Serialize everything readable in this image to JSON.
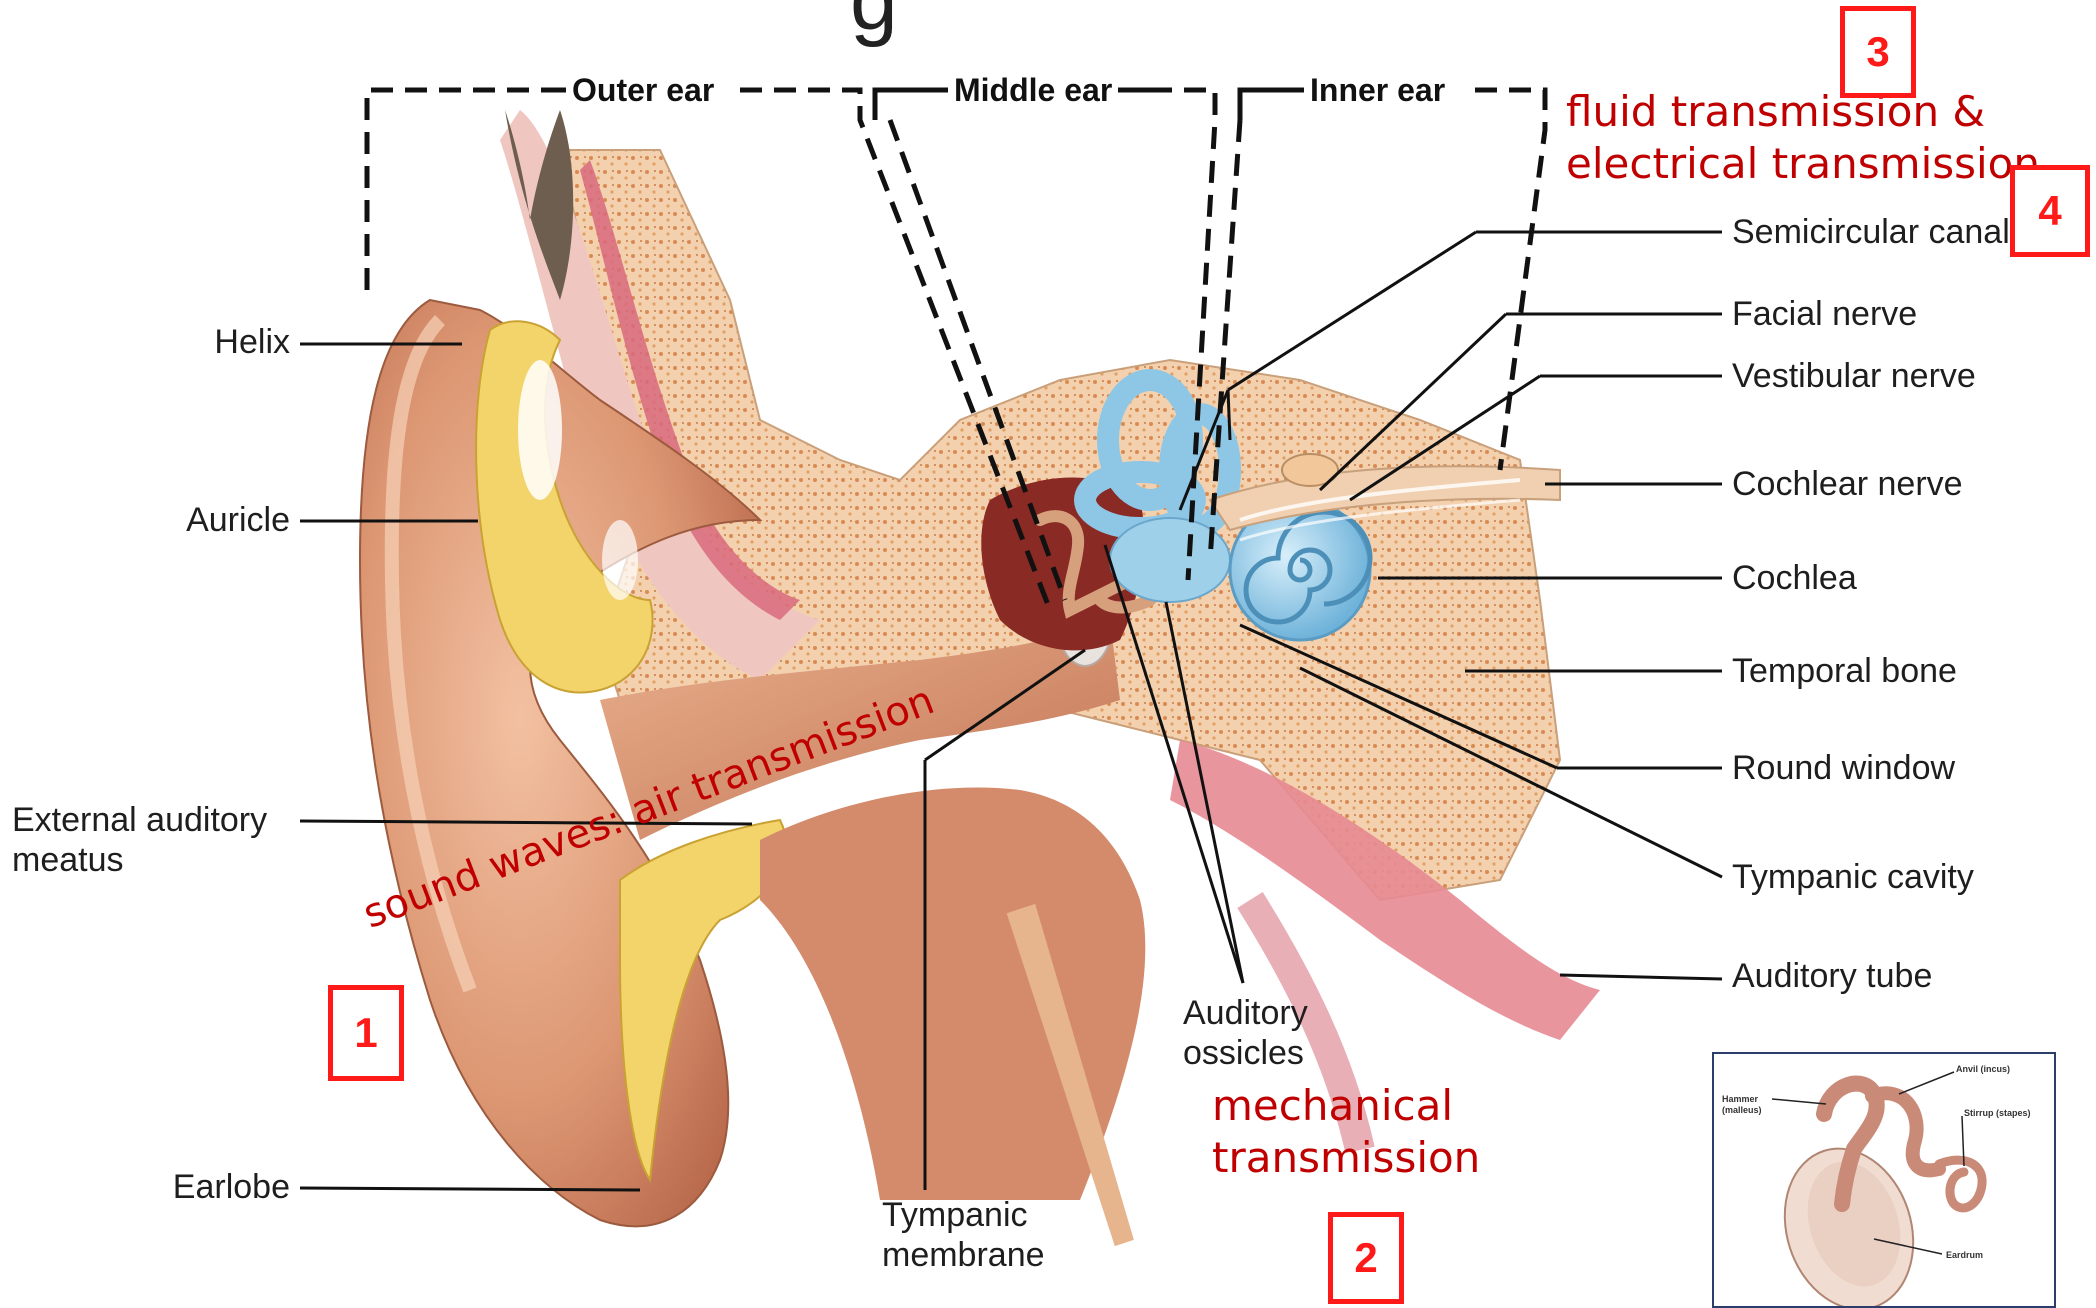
{
  "title_fragment": "g",
  "regions": {
    "outer": "Outer ear",
    "middle": "Middle ear",
    "inner": "Inner ear"
  },
  "left_labels": {
    "helix": "Helix",
    "auricle": "Auricle",
    "eam_line1": "External auditory",
    "eam_line2": "meatus",
    "earlobe": "Earlobe"
  },
  "right_labels": {
    "semicircular": "Semicircular canals",
    "facial": "Facial nerve",
    "vestibular": "Vestibular nerve",
    "cochlear_nerve": "Cochlear nerve",
    "cochlea": "Cochlea",
    "temporal": "Temporal bone",
    "round_window": "Round window",
    "tympanic_cavity": "Tympanic cavity",
    "auditory_tube": "Auditory tube"
  },
  "bottom_labels": {
    "ossicles_line1": "Auditory",
    "ossicles_line2": "ossicles",
    "tympanic_line1": "Tympanic",
    "tympanic_line2": "membrane"
  },
  "annotations": {
    "sound": "sound waves: air transmission",
    "mechanical_line1": "mechanical",
    "mechanical_line2": "transmission",
    "fluid_line1": "fluid transmission &",
    "fluid_line2": "electrical transmission"
  },
  "badges": {
    "one": "1",
    "two": "2",
    "three": "3",
    "four": "4"
  },
  "inset": {
    "hammer_line1": "Hammer",
    "hammer_line2": "(malleus)",
    "anvil": "Anvil (incus)",
    "stirrup": "Stirrup (stapes)",
    "eardrum": "Eardrum"
  },
  "colors": {
    "annotation_red": "#c00000",
    "badge_red": "#ff1a1a",
    "skin": "#e3a27f",
    "bone": "#efc9a0",
    "fluid_blue": "#9fd0ea"
  }
}
